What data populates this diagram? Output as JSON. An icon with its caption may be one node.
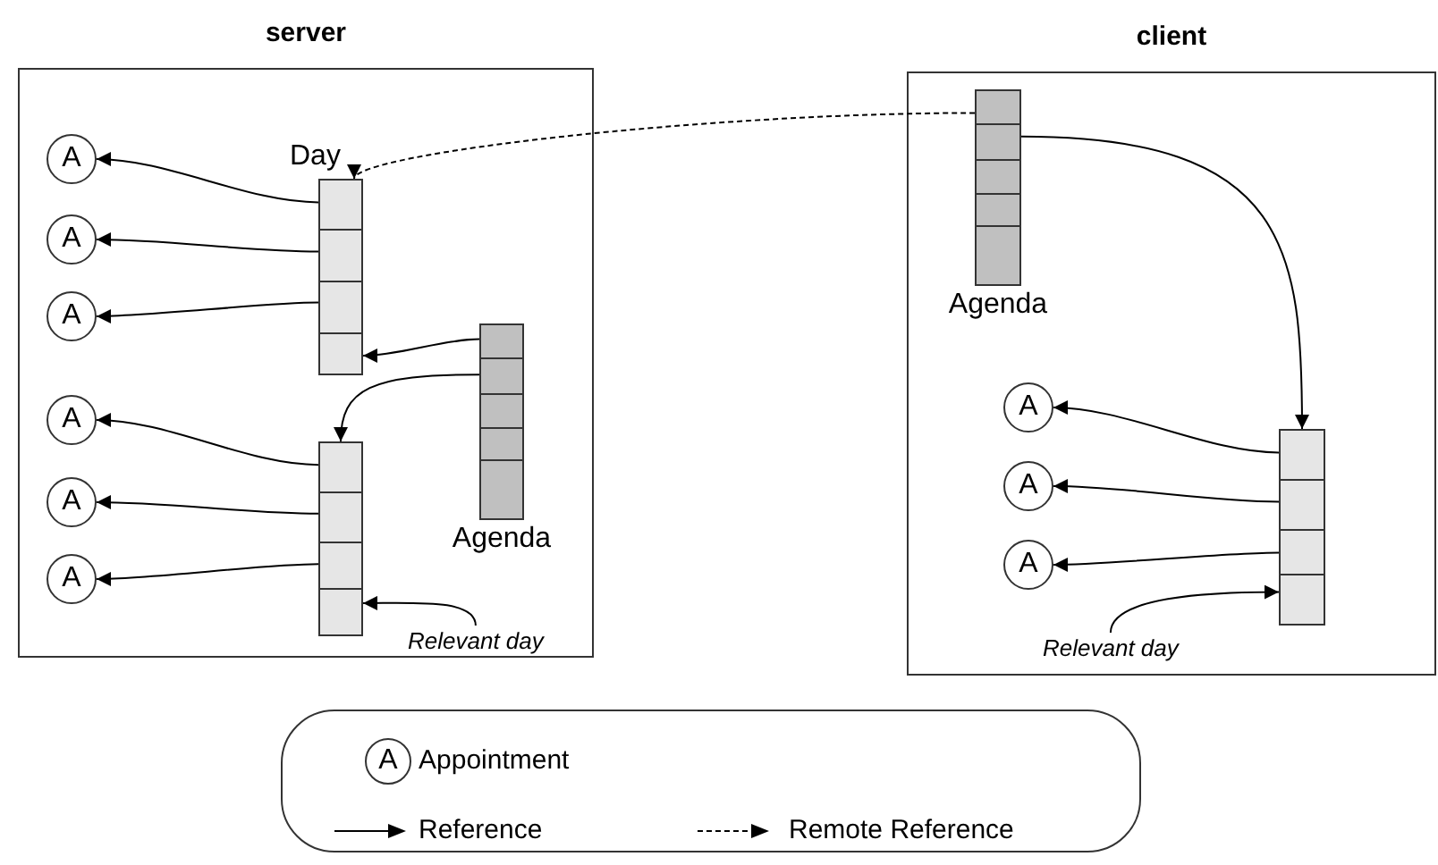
{
  "diagram": {
    "nodes": [
      {
        "text": [
          "server"
        ]
      },
      {
        "text": [
          "Day"
        ],
        "in": 0
      },
      {
        "text": [
          "A"
        ],
        "in": 0
      },
      {
        "text": [
          "A"
        ],
        "in": 0
      },
      {
        "text": [
          "A"
        ],
        "in": 0
      },
      {
        "text": [
          "Agenda"
        ],
        "in": 0
      },
      {
        "text": [],
        "shape": "box",
        "in": 0
      },
      {
        "text": [
          "A"
        ],
        "in": 0
      },
      {
        "text": [
          "A"
        ],
        "in": 0
      },
      {
        "text": [
          "A"
        ],
        "in": 0
      },
      {
        "text": [
          "Relevant day"
        ],
        "in": 0
      },
      {
        "text": [
          "client"
        ]
      },
      {
        "text": [
          "Agenda"
        ],
        "in": 11
      },
      {
        "text": [],
        "shape": "box",
        "in": 11
      },
      {
        "text": [
          "A"
        ],
        "in": 11
      },
      {
        "text": [
          "A"
        ],
        "in": 11
      },
      {
        "text": [
          "A"
        ],
        "in": 11
      },
      {
        "text": [
          "Relevant day"
        ],
        "in": 11
      }
    ],
    "edges": [
      {
        "from": 1,
        "to": 2,
        "arrow": "to"
      },
      {
        "from": 1,
        "to": 3,
        "arrow": "to"
      },
      {
        "from": 1,
        "to": 4,
        "arrow": "to"
      },
      {
        "from": 5,
        "to": 1,
        "arrow": "to"
      },
      {
        "from": 5,
        "to": 6,
        "arrow": "to"
      },
      {
        "from": 6,
        "to": 7,
        "arrow": "to"
      },
      {
        "from": 6,
        "to": 8,
        "arrow": "to"
      },
      {
        "from": 6,
        "to": 9,
        "arrow": "to"
      },
      {
        "from": 10,
        "to": 6,
        "arrow": "to"
      },
      {
        "from": 12,
        "to": 1,
        "arrow": "to",
        "style": "dashed"
      },
      {
        "from": 12,
        "to": 13,
        "arrow": "to"
      },
      {
        "from": 13,
        "to": 14,
        "arrow": "to"
      },
      {
        "from": 13,
        "to": 15,
        "arrow": "to"
      },
      {
        "from": 13,
        "to": 16,
        "arrow": "to"
      },
      {
        "from": 17,
        "to": 13,
        "arrow": "to"
      }
    ],
    "labels": [
      "A"
    ],
    "legend": [
      {
        "text": "Appointment"
      },
      {
        "text": "Reference"
      },
      {
        "text": "Remote Reference"
      }
    ]
  }
}
